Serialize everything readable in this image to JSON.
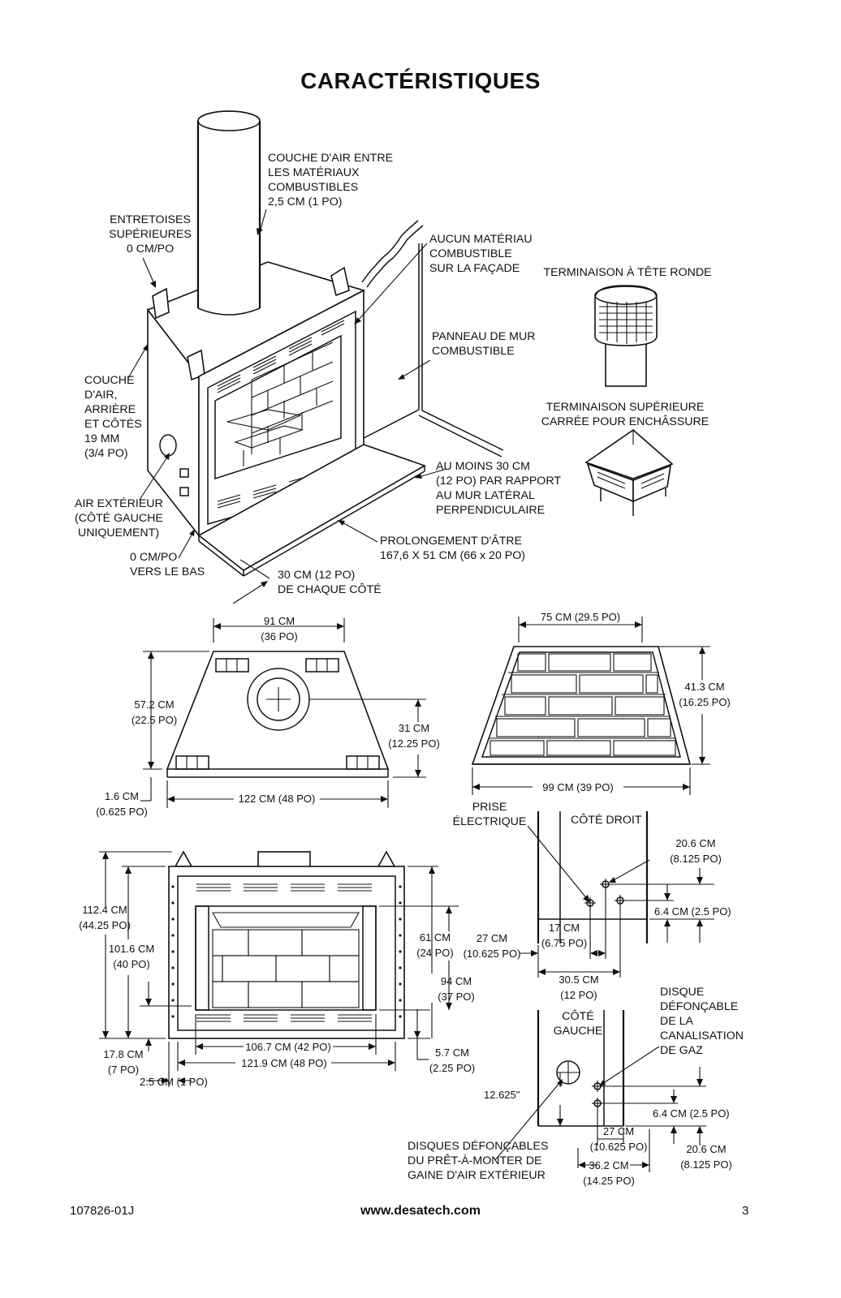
{
  "title": "CARACTÉRISTIQUES",
  "isometric_labels": {
    "air_space_combustibles": "COUCHE D'AIR ENTRE\nLES MATÉRIAUX\nCOMBUSTIBLES\n2,5 CM (1 PO)",
    "top_standoffs": "ENTRETOISES\nSUPÉRIEURES\n0 CM/PO",
    "no_combustible_facing": "AUCUN MATÉRIAU\nCOMBUSTIBLE\nSUR LA FAÇADE",
    "combustible_wall_panel": "PANNEAU DE MUR\nCOMBUSTIBLE",
    "air_space_back_sides": "COUCHE\nD'AIR,\nARRIÈRE\nET CÔTÉS\n19 MM\n(3/4 PO)",
    "outside_air": "AIR EXTÉRIEUR\n(CÔTÉ GAUCHE\n UNIQUEMENT)",
    "zero_bottom": "0 CM/PO\nVERS LE BAS",
    "side_wall_clearance": "AU MOINS 30 CM\n(12 PO) PAR RAPPORT\nAU MUR LATÉRAL\nPERPENDICULAIRE",
    "hearth_extension": "PROLONGEMENT D'ÂTRE\n167,6 X 51 CM (66 x 20 PO)",
    "each_side": "30 CM (12 PO)\nDE CHAQUE CÔTÉ"
  },
  "terminations": {
    "round_top": "TERMINAISON À TÊTE RONDE",
    "square_top": "TERMINAISON SUPÉRIEURE\nCARRÉE POUR ENCHÂSSURE"
  },
  "top_view_dims": {
    "width_top": "91 CM\n(36 PO)",
    "depth": "57.2 CM\n(22.5 PO)",
    "flue_center": "31 CM\n(12.25 PO)",
    "bottom_offset": "1.6 CM\n(0.625 PO)",
    "width_bottom": "122 CM (48 PO)"
  },
  "firebox_dims": {
    "back_width": "75 CM (29.5 PO)",
    "height": "41.3 CM\n(16.25 PO)",
    "front_width": "99 CM (39 PO)"
  },
  "front_view_dims": {
    "overall_height": "112.4 CM\n(44.25 PO)",
    "height_40": "101.6 CM\n(40 PO)",
    "opening_height": "61 CM\n(24 PO)",
    "frame_height": "94 CM\n(37 PO)",
    "base_height": "17.8 CM\n(7 PO)",
    "opening_width": "106.7 CM (42 PO)",
    "overall_width": "121.9 CM (48 PO)",
    "bottom_offset": "5.7 CM\n(2.25 PO)",
    "side_offset": "2.5 CM (1 PO)"
  },
  "right_side": {
    "outlet": "PRISE\nÉLECTRIQUE",
    "title": "CÔTÉ DROIT",
    "top_height": "20.6 CM\n(8.125 PO)",
    "lower_height": "6.4 CM (2.5 PO)",
    "dim_27": "27 CM\n(10.625 PO)",
    "dim_17": "17 CM\n(6.75 PO)",
    "dim_305": "30.5 CM\n(12 PO)"
  },
  "left_side": {
    "knockout_gas": "DISQUE\nDÉFONÇABLE\nDE LA\nCANALISATION\nDE GAZ",
    "title": "CÔTÉ\nGAUCHE",
    "height_12625": "12.625\"",
    "lower_height": "6.4 CM (2.5 PO)",
    "dim_27": "27 CM\n(10.625 PO)",
    "dim_362": "36.2 CM\n(14.25 PO)",
    "top_height": "20.6 CM\n(8.125 PO)",
    "outside_air_knockouts": "DISQUES DÉFONÇABLES\nDU PRÊT-À-MONTER DE\nGAINE D'AIR EXTÉRIEUR"
  },
  "footer": {
    "code": "107826-01J",
    "url": "www.desatech.com",
    "page": "3"
  }
}
